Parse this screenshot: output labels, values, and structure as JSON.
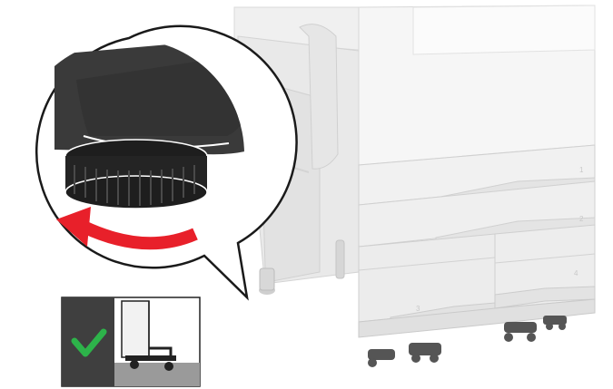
{
  "illustration": {
    "trays": [
      {
        "number": "1"
      },
      {
        "number": "2"
      },
      {
        "number": "3"
      },
      {
        "number": "4"
      }
    ],
    "colors": {
      "printer_body": "#eeeeee",
      "printer_outline": "#d2d2d2",
      "leveling_foot": "#2f2f2f",
      "arrow": "#e8202a",
      "check": "#2db34a",
      "inset_panel": "#3f3f3f"
    },
    "icons": [
      "leveling-foot-closeup",
      "counterclockwise-arrow-icon",
      "checkmark-icon",
      "caster-wheel-icon"
    ]
  }
}
